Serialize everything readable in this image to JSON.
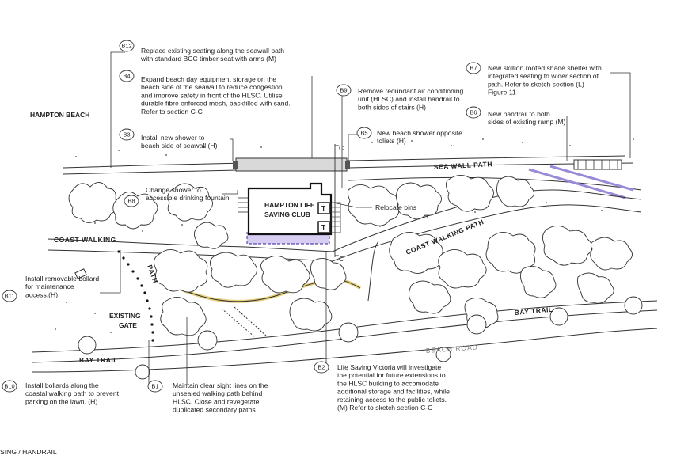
{
  "labels": {
    "hampton_beach": "HAMPTON BEACH",
    "sea_wall_path": "SEA WALL PATH",
    "coast_walking_right": "COAST WALKING PATH",
    "coast_walking_left": "COAST WALKING",
    "path": "PATH",
    "bay_trail_right": "BAY TRAIL",
    "bay_trail_left": "BAY TRAIL",
    "beach_road": "BEACH ROAD",
    "existing": "EXISTING",
    "gate": "GATE",
    "club_line1": "HAMPTON LIFE",
    "club_line2": "SAVING CLUB",
    "t1": "T",
    "t2": "T",
    "section_c1": "C",
    "section_c2": "C",
    "relocate_bins": "Relocate bins",
    "footer": "SING / HANDRAIL"
  },
  "notes": [
    {
      "tag": "B12",
      "lines": [
        "Replace existing seating along the seawall path",
        "with standard BCC timber seat with arms (M)"
      ]
    },
    {
      "tag": "B4",
      "lines": [
        "Expand beach day equipment storage on the",
        "beach side of the seawall to reduce congestion",
        "and improve safety in front of the HLSC. Utilise",
        "durable fibre enforced mesh, backfilled with sand.",
        "Refer to section C-C"
      ]
    },
    {
      "tag": "B3",
      "lines": [
        "Install new shower to",
        "beach side of seawall (H)"
      ]
    },
    {
      "tag": "B8",
      "lines": [
        "Change shower to",
        "accessible drinking fountain"
      ]
    },
    {
      "tag": "B9",
      "lines": [
        "Remove redundant air conditioning",
        "unit (HLSC) and install handrail to",
        "both sides of stairs (H)"
      ]
    },
    {
      "tag": "B5",
      "lines": [
        "New beach shower opposite",
        "toliets (H)"
      ]
    },
    {
      "tag": "B7",
      "lines": [
        "New skillion roofed shade shelter with",
        "integrated seating to wider section of",
        "path. Refer to sketch section (L)",
        "Figure:11"
      ]
    },
    {
      "tag": "B6",
      "lines": [
        "New handrail to both",
        "sides of existing ramp (M)"
      ]
    },
    {
      "tag": "B11",
      "lines": [
        "Install removable bollard",
        "for maintenance",
        "access.(H)"
      ]
    },
    {
      "tag": "B10",
      "lines": [
        "Install bollards along the",
        "coastal walking path to prevent",
        "parking on the lawn. (H)"
      ]
    },
    {
      "tag": "B1",
      "lines": [
        "Maintain clear sight lines on the",
        "unsealed walking path behind",
        "HLSC. Close and revegetate",
        "duplicated secondary paths"
      ]
    },
    {
      "tag": "B2",
      "lines": [
        "Life Saving Victoria will investigate",
        "the potential for future extensions to",
        "the HLSC building to accomodate",
        "additional storage and facilities, while",
        "retaining access to the public toliets.",
        "(M) Refer to sketch section C-C"
      ]
    }
  ]
}
